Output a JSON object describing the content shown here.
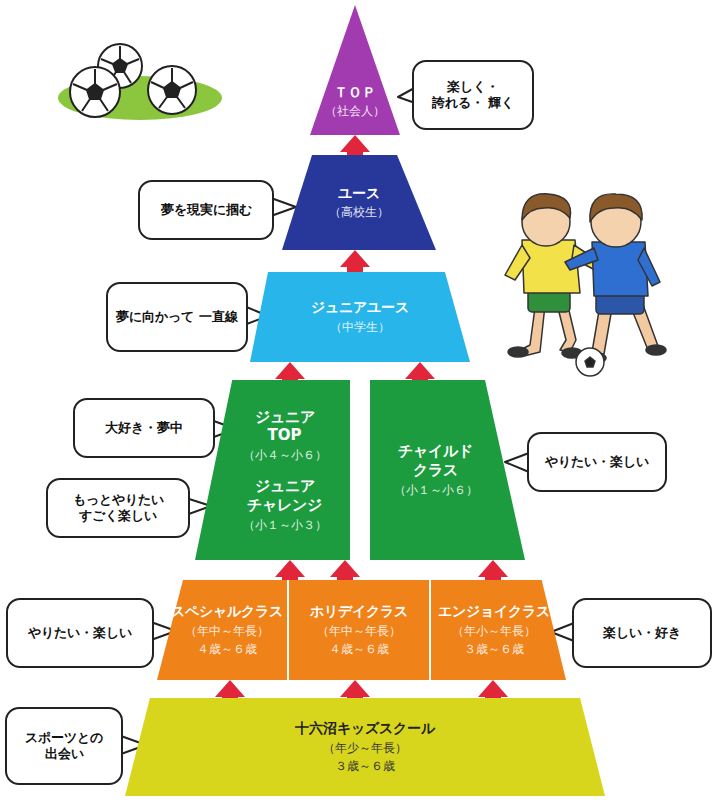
{
  "diagram": {
    "nodes": [
      {
        "text": [
          "ＴＯＰ",
          "（社会人）"
        ]
      },
      {
        "text": [
          "楽しく・誇れる・ 輝く"
        ]
      },
      {
        "text": [
          "夢を現実に掴む"
        ]
      },
      {
        "text": [
          "ユース",
          "（高校生）"
        ]
      },
      {
        "text": [
          "夢に向かって 一直線"
        ]
      },
      {
        "text": [
          "ジュニアユース",
          "（中学生）"
        ]
      },
      {
        "text": [
          "大好き・夢中"
        ]
      },
      {
        "text": [
          "ジュニア TOP",
          "（小４～小６）",
          "ジュニア チャレンジ",
          "（小１～小３）"
        ]
      },
      {
        "text": [
          "チャイルド クラス",
          "（小１～小６）"
        ]
      },
      {
        "text": [
          "やりたい・楽しい"
        ]
      },
      {
        "text": [
          "もっとやりたい すごく楽しい"
        ]
      },
      {
        "text": [
          "スペシャルクラス",
          "（年中～年長）",
          "４歳～６歳"
        ]
      },
      {
        "text": [
          "ホリデイクラス",
          "（年中～年長）",
          "４歳～６歳"
        ]
      },
      {
        "text": [
          "エンジョイクラス",
          "（年小～年長）",
          "３歳～６歳"
        ]
      },
      {
        "text": [
          "やりたい・楽しい"
        ]
      },
      {
        "text": [
          "楽しい・好き"
        ]
      },
      {
        "text": [
          "十六沼キッズスクール",
          "（年少～年長）",
          "３歳～６歳"
        ]
      },
      {
        "text": [
          "スポーツとの 出会い"
        ]
      }
    ],
    "edges": [
      {
        "from": 16,
        "to": 11,
        "arrow": "to"
      },
      {
        "from": 16,
        "to": 12,
        "arrow": "to"
      },
      {
        "from": 16,
        "to": 13,
        "arrow": "to"
      },
      {
        "from": 11,
        "to": 7,
        "arrow": "to"
      },
      {
        "from": 12,
        "to": 7,
        "arrow": "to"
      },
      {
        "from": 13,
        "to": 8,
        "arrow": "to"
      },
      {
        "from": 7,
        "to": 5,
        "arrow": "to"
      },
      {
        "from": 8,
        "to": 5,
        "arrow": "to"
      },
      {
        "from": 5,
        "to": 3,
        "arrow": "to"
      },
      {
        "from": 3,
        "to": 0,
        "arrow": "to"
      }
    ]
  }
}
